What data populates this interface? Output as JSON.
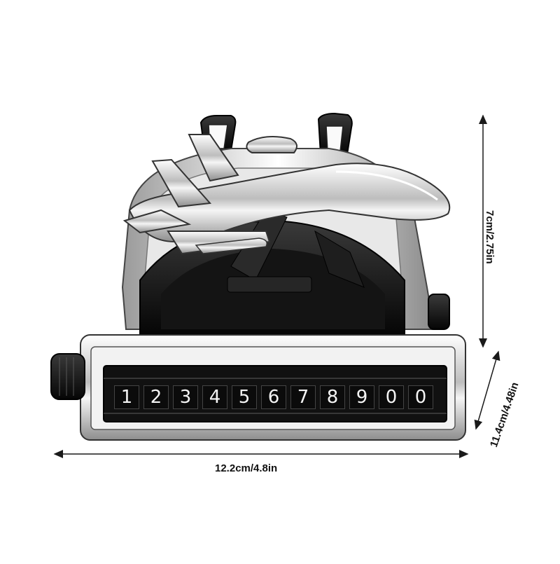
{
  "product": {
    "name": "",
    "digits": [
      "1",
      "2",
      "3",
      "4",
      "5",
      "6",
      "7",
      "8",
      "9",
      "0",
      "0"
    ]
  },
  "dimensions": {
    "width_label": "12.2cm/4.8in",
    "height_label": "7cm/2.75in",
    "depth_label": "11.4cm/4.48in"
  },
  "colors": {
    "background": "#ffffff",
    "chrome": "#d9d9d9",
    "dark": "#111111",
    "dimension_line": "#1a1a1a"
  }
}
